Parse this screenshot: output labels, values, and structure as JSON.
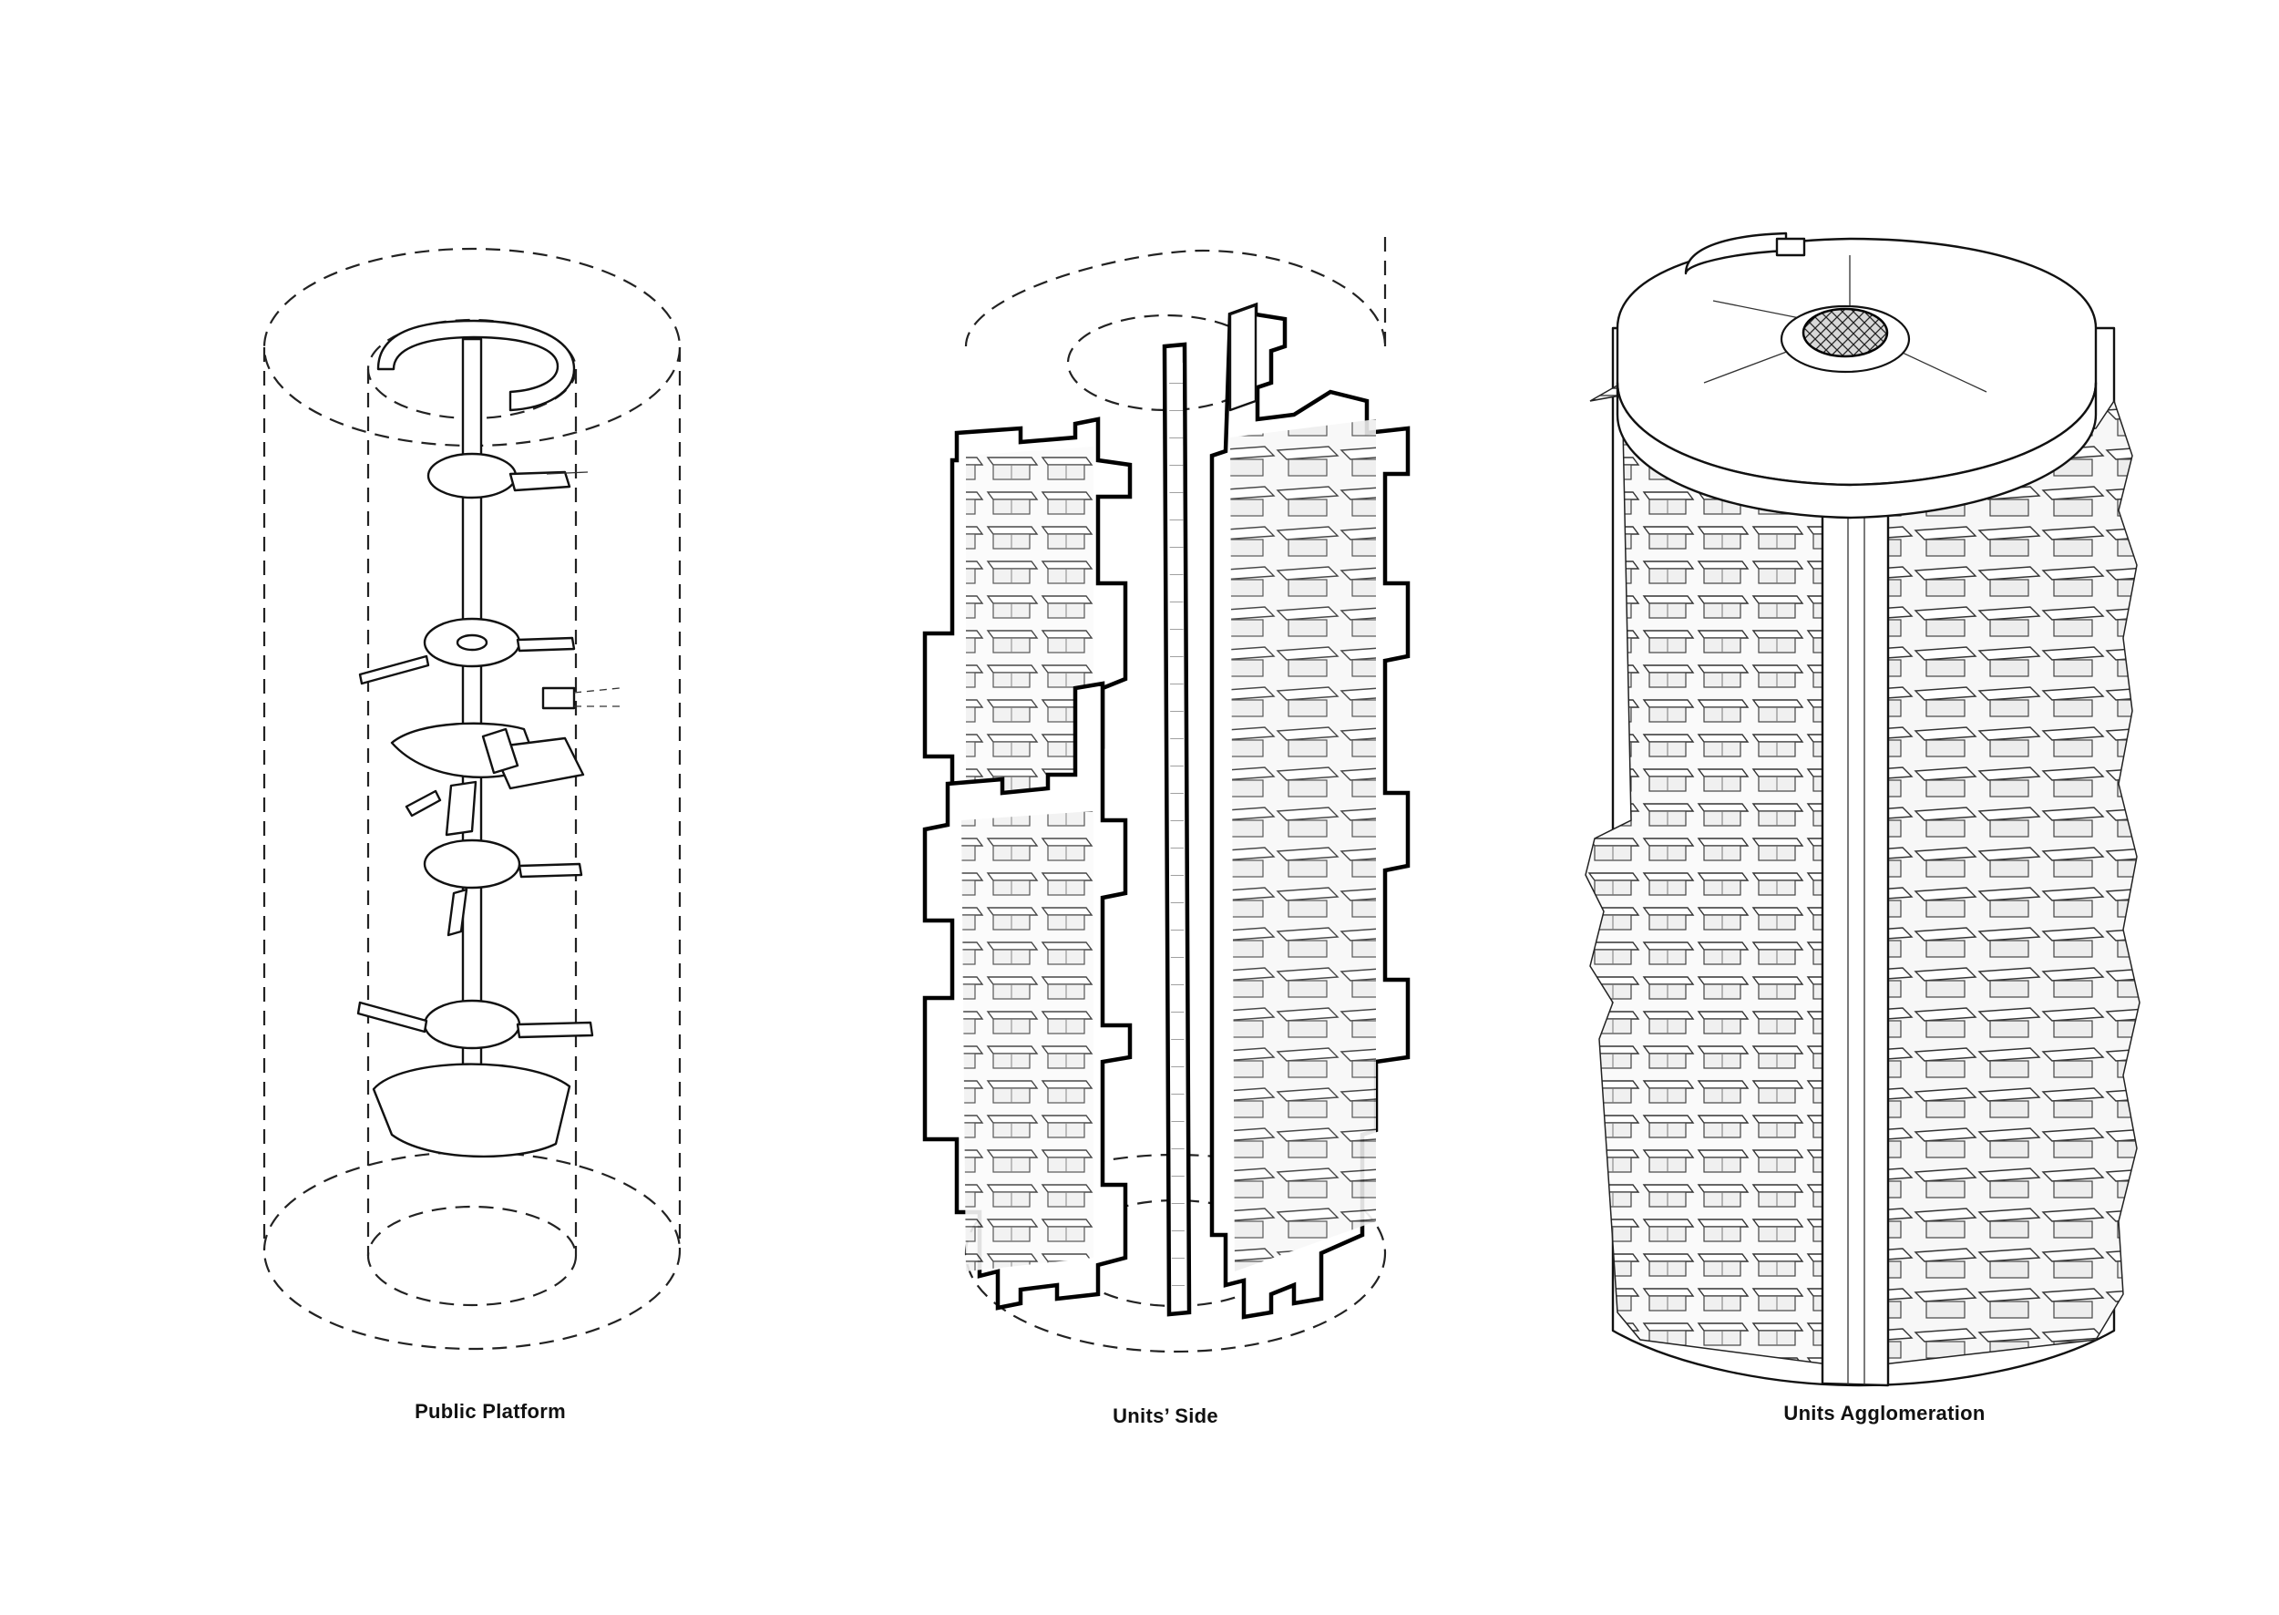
{
  "diagrams": [
    {
      "caption": "Public Platform"
    },
    {
      "caption": "Units’ Side"
    },
    {
      "caption": "Units Agglomeration"
    }
  ],
  "colors": {
    "line": "#111111",
    "fill": "#ffffff",
    "shade": "#e9e9e9",
    "dashed": "#222222"
  }
}
